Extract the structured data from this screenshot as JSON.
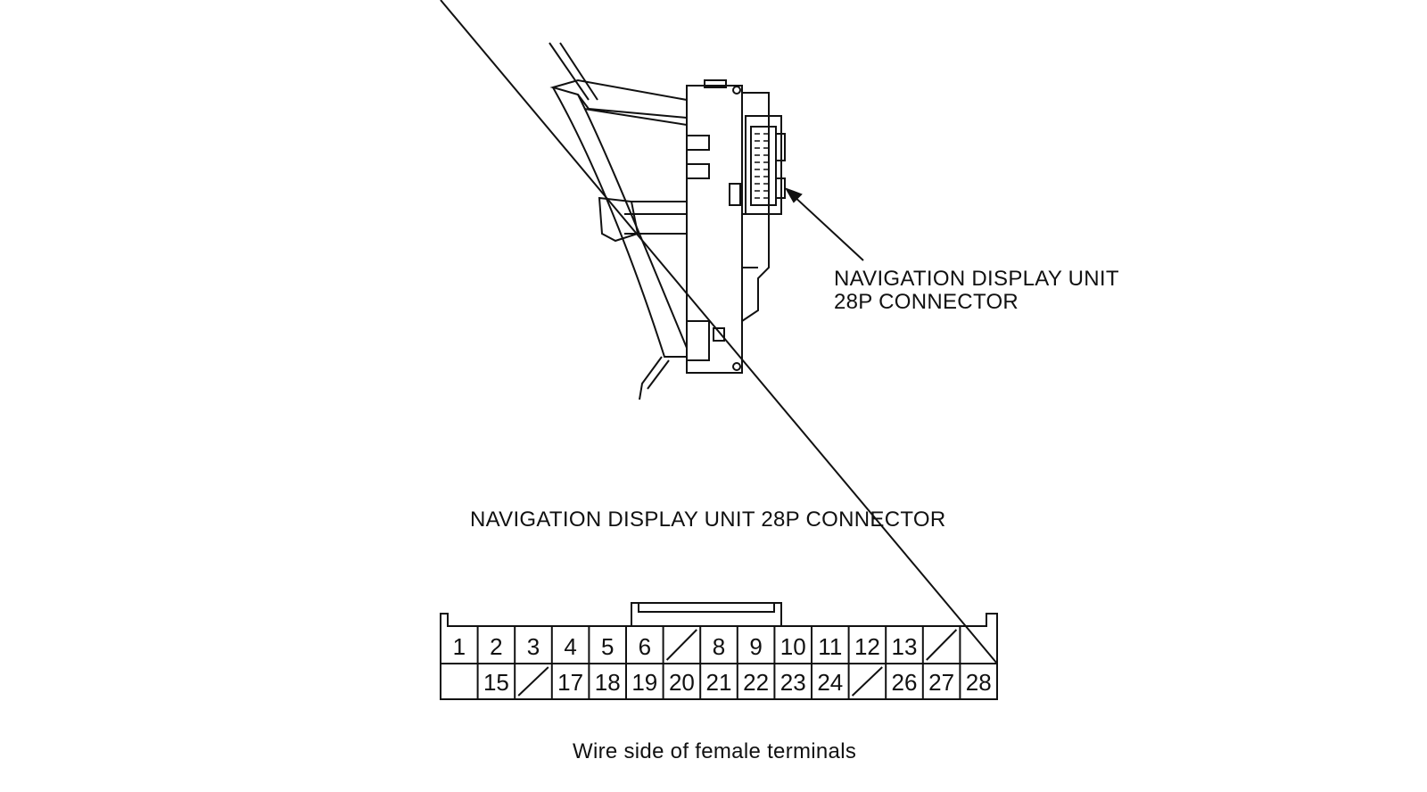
{
  "callout": {
    "line1": "NAVIGATION DISPLAY UNIT",
    "line2": "28P CONNECTOR"
  },
  "connector": {
    "title": "NAVIGATION DISPLAY UNIT 28P CONNECTOR",
    "caption": "Wire side of female terminals",
    "row1": [
      "1",
      "2",
      "3",
      "4",
      "5",
      "6",
      "",
      "8",
      "9",
      "10",
      "11",
      "12",
      "13",
      "",
      ""
    ],
    "row2": [
      "",
      "15",
      "",
      "17",
      "18",
      "19",
      "20",
      "21",
      "22",
      "23",
      "24",
      "",
      "26",
      "27",
      "28"
    ]
  }
}
